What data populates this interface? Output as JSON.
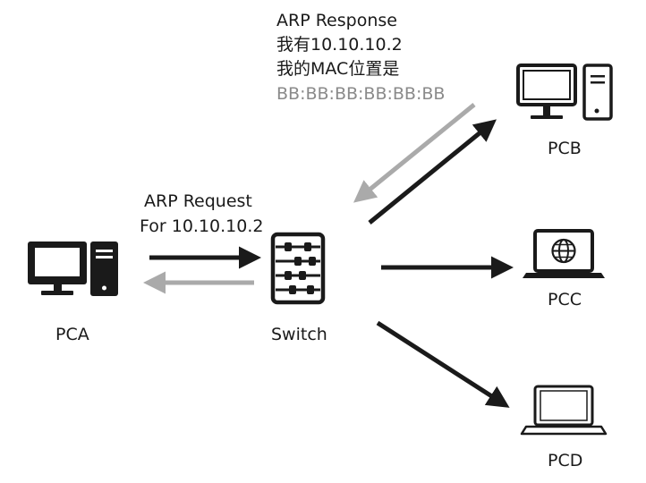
{
  "nodes": {
    "pca": {
      "label": "PCA"
    },
    "pcb": {
      "label": "PCB"
    },
    "pcc": {
      "label": "PCC"
    },
    "pcd": {
      "label": "PCD"
    },
    "switch": {
      "label": "Switch"
    }
  },
  "arp_request": {
    "line1": "ARP Request",
    "line2": "For 10.10.10.2"
  },
  "arp_response": {
    "line1": "ARP Response",
    "line2": "我有10.10.10.2",
    "line3": "我的MAC位置是",
    "line4": "BB:BB:BB:BB:BB:BB"
  },
  "colors": {
    "ink": "#1a1a1a",
    "response": "#aaaaaa",
    "mac_text": "#8a8a8a"
  },
  "icons": {
    "pca": "desktop-tower-icon",
    "pcb": "desktop-tower-outline-icon",
    "pcc": "laptop-globe-icon",
    "pcd": "laptop-outline-icon",
    "switch": "switch-abacus-icon"
  }
}
